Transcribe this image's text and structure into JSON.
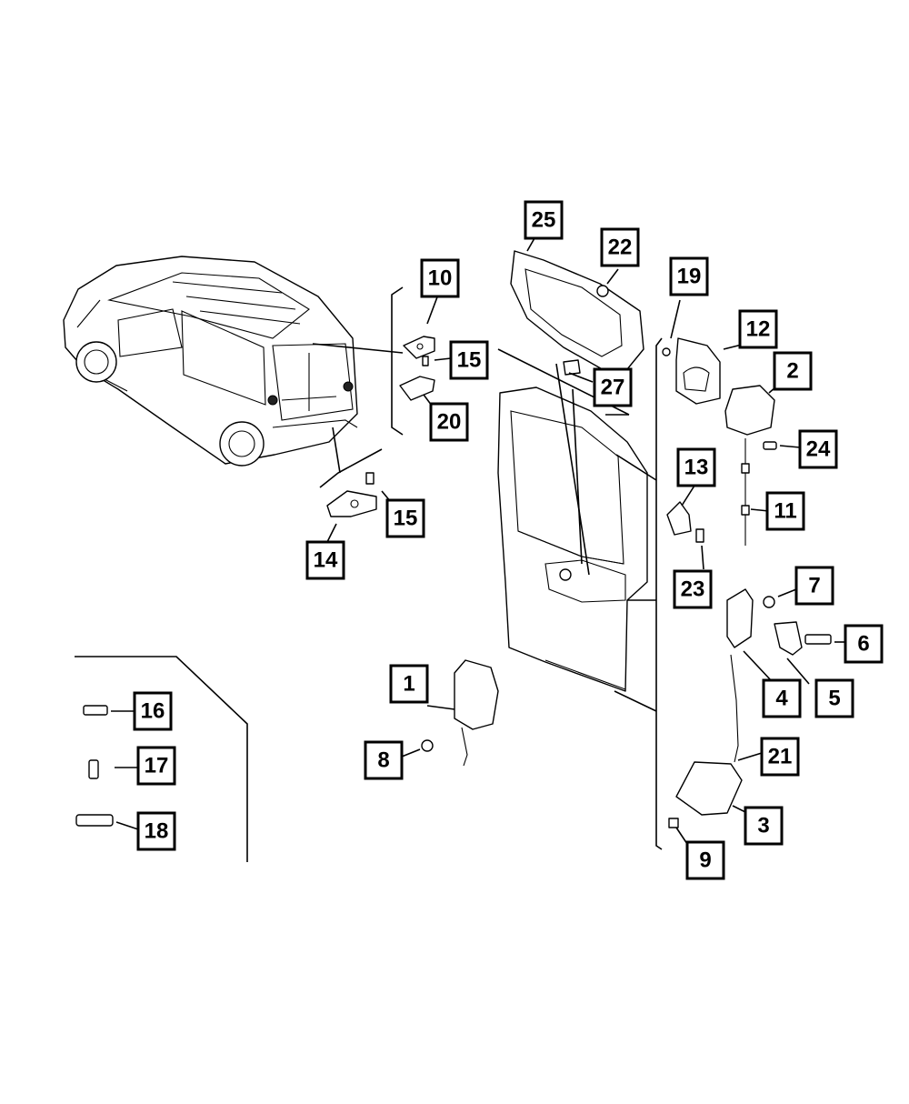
{
  "diagram": {
    "callouts": {
      "c1": "1",
      "c2": "2",
      "c3": "3",
      "c4": "4",
      "c5": "5",
      "c6": "6",
      "c7": "7",
      "c8": "8",
      "c9": "9",
      "c10": "10",
      "c11": "11",
      "c12": "12",
      "c13": "13",
      "c14": "14",
      "c15a": "15",
      "c15b": "15",
      "c16": "16",
      "c17": "17",
      "c18": "18",
      "c19": "19",
      "c20": "20",
      "c21": "21",
      "c22": "22",
      "c23": "23",
      "c24": "24",
      "c25": "25",
      "c27": "27"
    }
  }
}
